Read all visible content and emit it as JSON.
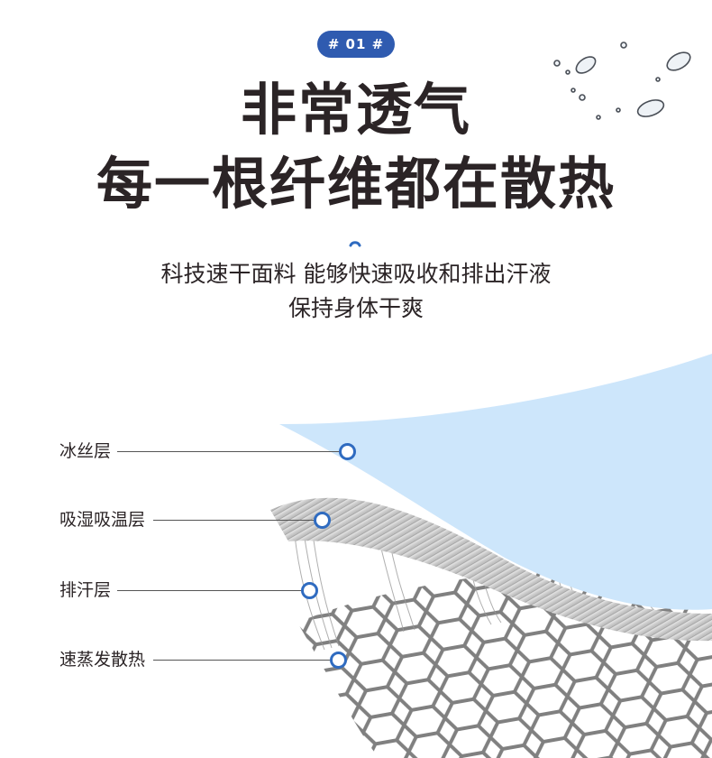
{
  "badge": "# 01 #",
  "headline": {
    "line1": "非常透气",
    "line2": "每一根纤维都在散热"
  },
  "subtitle": {
    "line1": "科技速干面料 能够快速吸收和排出汗液",
    "line2": "保持身体干爽"
  },
  "layers": [
    {
      "label": "冰丝层"
    },
    {
      "label": "吸湿吸温层"
    },
    {
      "label": "排汗层"
    },
    {
      "label": "速蒸发散热"
    }
  ],
  "colors": {
    "accent": "#2f5bb0",
    "headline_text": "#2b2426",
    "cool_layer": "#cde6fb",
    "dot_ring": "#2f6bc0"
  },
  "icons": [
    "water-droplets-icon",
    "arc-marker-icon",
    "fabric-layers-illustration"
  ]
}
